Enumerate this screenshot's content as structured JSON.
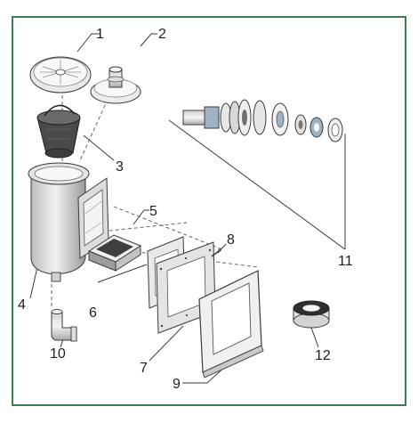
{
  "diagram": {
    "part_numbers": [
      "1",
      "2",
      "3",
      "4",
      "5",
      "6",
      "7",
      "8",
      "9",
      "10",
      "11",
      "12"
    ]
  },
  "colors": {
    "border": "#3d7f52",
    "line": "#3b3b3b",
    "part_fill": "#eeeeee",
    "part_dark": "#4a4a4a",
    "accent_blue": "#9fb3c6"
  }
}
